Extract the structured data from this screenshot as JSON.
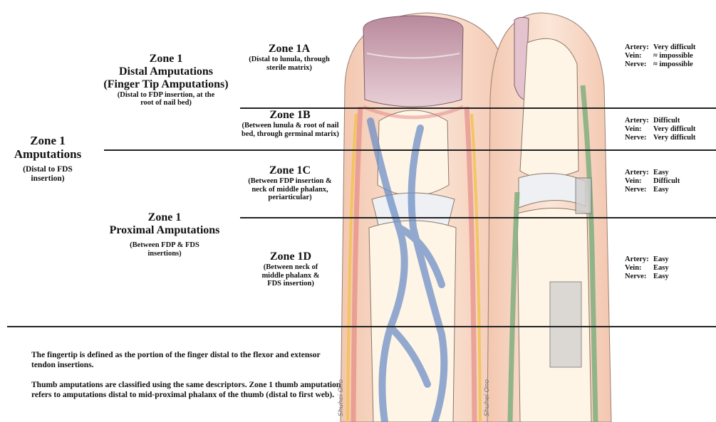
{
  "left_column": {
    "zone1_title": "Zone 1",
    "zone1_name": "Amputations",
    "zone1_desc": "(Distal to FDS insertion)"
  },
  "distal_group": {
    "title": "Zone 1",
    "name1": "Distal Amputations",
    "name2": "(Finger Tip Amputations)",
    "desc": "(Distal to FDP insertion, at the root of nail bed)"
  },
  "proximal_group": {
    "title": "Zone 1",
    "name": "Proximal Amputations",
    "desc": "(Between FDP & FDS insertions)"
  },
  "subzones": [
    {
      "title": "Zone 1A",
      "desc": "(Distal to lunula, through sterile matrix)"
    },
    {
      "title": "Zone 1B",
      "desc": "(Between lunula & root of nail bed, through germinal mtarix)"
    },
    {
      "title": "Zone 1C",
      "desc": "(Between FDP insertion & neck of middle phalanx, periarticular)"
    },
    {
      "title": "Zone 1D",
      "desc": "(Between neck of middle phalanx & FDS insertion)"
    }
  ],
  "difficulty": [
    {
      "artery_label": "Artery:",
      "artery": "Very difficult",
      "vein_label": "Vein:",
      "vein": "≈ impossible",
      "nerve_label": "Nerve:",
      "nerve": "≈ impossible"
    },
    {
      "artery_label": "Artery:",
      "artery": "Difficult",
      "vein_label": "Vein:",
      "vein": "Very difficult",
      "nerve_label": "Nerve:",
      "nerve": "Very difficult"
    },
    {
      "artery_label": "Artery:",
      "artery": "Easy",
      "vein_label": "Vein:",
      "vein": "Difficult",
      "nerve_label": "Nerve:",
      "nerve": "Easy"
    },
    {
      "artery_label": "Artery:",
      "artery": "Easy",
      "vein_label": "Vein:",
      "vein": "Easy",
      "nerve_label": "Nerve:",
      "nerve": "Easy"
    }
  ],
  "notes": {
    "p1": "The fingertip is defined as the portion of the finger distal to the flexor and extensor tendon insertions.",
    "p2": "Thumb amputations are classified using the same descriptors. Zone 1 thumb amputation refers to amputations distal to mid-proximal phalanx of the thumb (distal to first web)."
  },
  "signature": "Shuhei Ono",
  "colors": {
    "skin": "#f9dccb",
    "nail": "#caa0ae",
    "vein": "#6e8fc6",
    "artery": "#e07a78",
    "nerve": "#f3c24a",
    "tendon": "#7fae7f"
  }
}
